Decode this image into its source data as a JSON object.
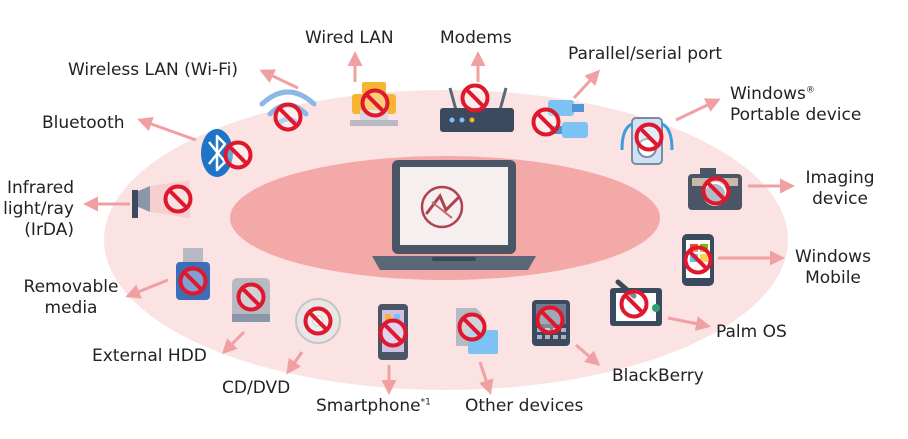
{
  "devices": [
    {
      "id": "wireless-lan",
      "label": "Wireless LAN (Wi-Fi)"
    },
    {
      "id": "wired-lan",
      "label": "Wired LAN"
    },
    {
      "id": "modems",
      "label": "Modems"
    },
    {
      "id": "parallel-serial",
      "label": "Parallel/serial port"
    },
    {
      "id": "windows-portable",
      "label_lines": [
        "Windows",
        "Portable device"
      ],
      "mark": "®"
    },
    {
      "id": "bluetooth",
      "label": "Bluetooth"
    },
    {
      "id": "imaging",
      "label_lines": [
        "Imaging",
        "device"
      ]
    },
    {
      "id": "infrared",
      "label_lines": [
        "Infrared",
        "light/ray",
        "(IrDA)"
      ]
    },
    {
      "id": "windows-mobile",
      "label_lines": [
        "Windows",
        "Mobile"
      ]
    },
    {
      "id": "removable",
      "label_lines": [
        "Removable",
        "media"
      ]
    },
    {
      "id": "palm-os",
      "label": "Palm OS"
    },
    {
      "id": "external-hdd",
      "label": "External HDD"
    },
    {
      "id": "blackberry",
      "label": "BlackBerry"
    },
    {
      "id": "cd-dvd",
      "label": "CD/DVD"
    },
    {
      "id": "smartphone",
      "label": "Smartphone",
      "note": "*1"
    },
    {
      "id": "other",
      "label": "Other devices"
    }
  ],
  "colors": {
    "outer_ellipse": "#FBE3E3",
    "inner_ellipse": "#F4A9A9",
    "arrow": "#F0A0A3",
    "ban": "#E0182D",
    "laptop": "#4A5566"
  }
}
